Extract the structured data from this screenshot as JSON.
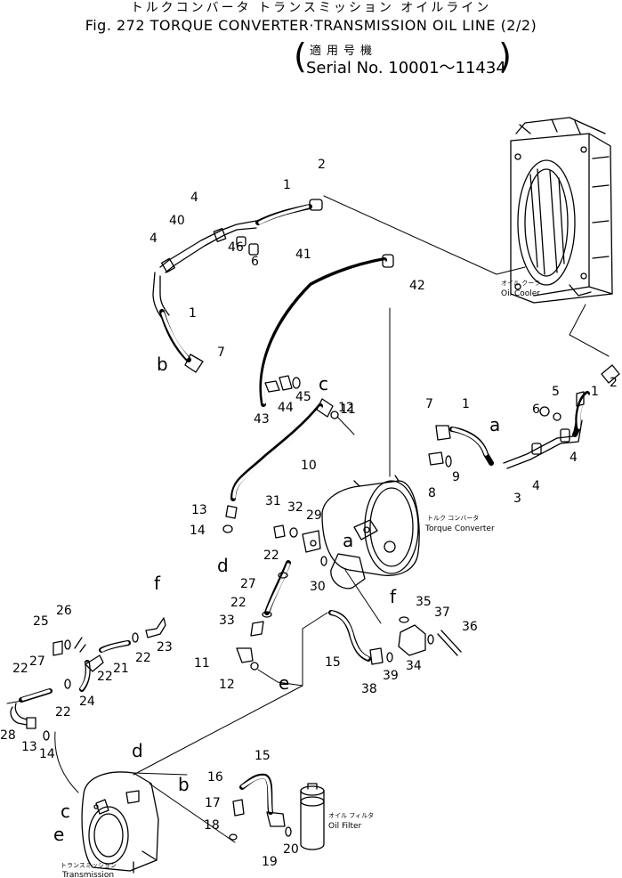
{
  "header": {
    "title_jp": "トルクコンバータ トランスミッション オイルライン",
    "title": "Fig. 272 TORQUE CONVERTER·TRANSMISSION OIL LINE (2/2)",
    "serial_jp": "適用号機",
    "serial": "Serial No. 10001～11434"
  },
  "components": {
    "oil_cooler": {
      "jp": "オイル クーラ",
      "en": "Oil Cooler"
    },
    "torque_converter": {
      "jp": "トルク コンバータ",
      "en": "Torque Converter"
    },
    "oil_filter": {
      "jp": "オイル フィルタ",
      "en": "Oil Filter"
    },
    "transmission": {
      "jp": "トランスミッション",
      "en": "Transmission"
    }
  },
  "callouts": [
    {
      "id": "c-2a",
      "text": "2"
    },
    {
      "id": "c-1a",
      "text": "1"
    },
    {
      "id": "c-4a",
      "text": "4"
    },
    {
      "id": "c-40",
      "text": "40"
    },
    {
      "id": "c-4b",
      "text": "4"
    },
    {
      "id": "c-46",
      "text": "46"
    },
    {
      "id": "c-6a",
      "text": "6"
    },
    {
      "id": "c-1b",
      "text": "1"
    },
    {
      "id": "c-7a",
      "text": "7"
    },
    {
      "id": "c-41",
      "text": "41"
    },
    {
      "id": "c-42",
      "text": "42"
    },
    {
      "id": "c-43",
      "text": "43"
    },
    {
      "id": "c-44",
      "text": "44"
    },
    {
      "id": "c-45",
      "text": "45"
    },
    {
      "id": "c-11a",
      "text": "11"
    },
    {
      "id": "c-12a",
      "text": "12"
    },
    {
      "id": "c-10",
      "text": "10"
    },
    {
      "id": "c-13a",
      "text": "13"
    },
    {
      "id": "c-14a",
      "text": "14"
    },
    {
      "id": "c-31",
      "text": "31"
    },
    {
      "id": "c-32",
      "text": "32"
    },
    {
      "id": "c-29",
      "text": "29"
    },
    {
      "id": "c-22a",
      "text": "22"
    },
    {
      "id": "c-27a",
      "text": "27"
    },
    {
      "id": "c-22b",
      "text": "22"
    },
    {
      "id": "c-30",
      "text": "30"
    },
    {
      "id": "c-33",
      "text": "33"
    },
    {
      "id": "c-11b",
      "text": "11"
    },
    {
      "id": "c-12b",
      "text": "12"
    },
    {
      "id": "c-2b",
      "text": "2"
    },
    {
      "id": "c-1c",
      "text": "1"
    },
    {
      "id": "c-6b",
      "text": "6"
    },
    {
      "id": "c-5",
      "text": "5"
    },
    {
      "id": "c-7b",
      "text": "7"
    },
    {
      "id": "c-1d",
      "text": "1"
    },
    {
      "id": "c-4c",
      "text": "4"
    },
    {
      "id": "c-4d",
      "text": "4"
    },
    {
      "id": "c-9",
      "text": "9"
    },
    {
      "id": "c-8",
      "text": "8"
    },
    {
      "id": "c-3",
      "text": "3"
    },
    {
      "id": "c-35",
      "text": "35"
    },
    {
      "id": "c-37",
      "text": "37"
    },
    {
      "id": "c-36",
      "text": "36"
    },
    {
      "id": "c-15a",
      "text": "15"
    },
    {
      "id": "c-38",
      "text": "38"
    },
    {
      "id": "c-39",
      "text": "39"
    },
    {
      "id": "c-34",
      "text": "34"
    },
    {
      "id": "c-25",
      "text": "25"
    },
    {
      "id": "c-26",
      "text": "26"
    },
    {
      "id": "c-22c",
      "text": "22"
    },
    {
      "id": "c-27b",
      "text": "27"
    },
    {
      "id": "c-21",
      "text": "21"
    },
    {
      "id": "c-22d",
      "text": "22"
    },
    {
      "id": "c-23",
      "text": "23"
    },
    {
      "id": "c-22e",
      "text": "22"
    },
    {
      "id": "c-22f",
      "text": "22"
    },
    {
      "id": "c-24",
      "text": "24"
    },
    {
      "id": "c-28",
      "text": "28"
    },
    {
      "id": "c-13b",
      "text": "13"
    },
    {
      "id": "c-14b",
      "text": "14"
    },
    {
      "id": "c-16",
      "text": "16"
    },
    {
      "id": "c-15b",
      "text": "15"
    },
    {
      "id": "c-17",
      "text": "17"
    },
    {
      "id": "c-18",
      "text": "18"
    },
    {
      "id": "c-19",
      "text": "19"
    },
    {
      "id": "c-20",
      "text": "20"
    }
  ],
  "connection_letters": [
    {
      "id": "l-b1",
      "text": "b"
    },
    {
      "id": "l-c1",
      "text": "c"
    },
    {
      "id": "l-d1",
      "text": "d"
    },
    {
      "id": "l-a1",
      "text": "a"
    },
    {
      "id": "l-a2",
      "text": "a"
    },
    {
      "id": "l-f1",
      "text": "f"
    },
    {
      "id": "l-f2",
      "text": "f"
    },
    {
      "id": "l-e1",
      "text": "e"
    },
    {
      "id": "l-d2",
      "text": "d"
    },
    {
      "id": "l-c2",
      "text": "c"
    },
    {
      "id": "l-b2",
      "text": "b"
    },
    {
      "id": "l-e2",
      "text": "e"
    }
  ]
}
